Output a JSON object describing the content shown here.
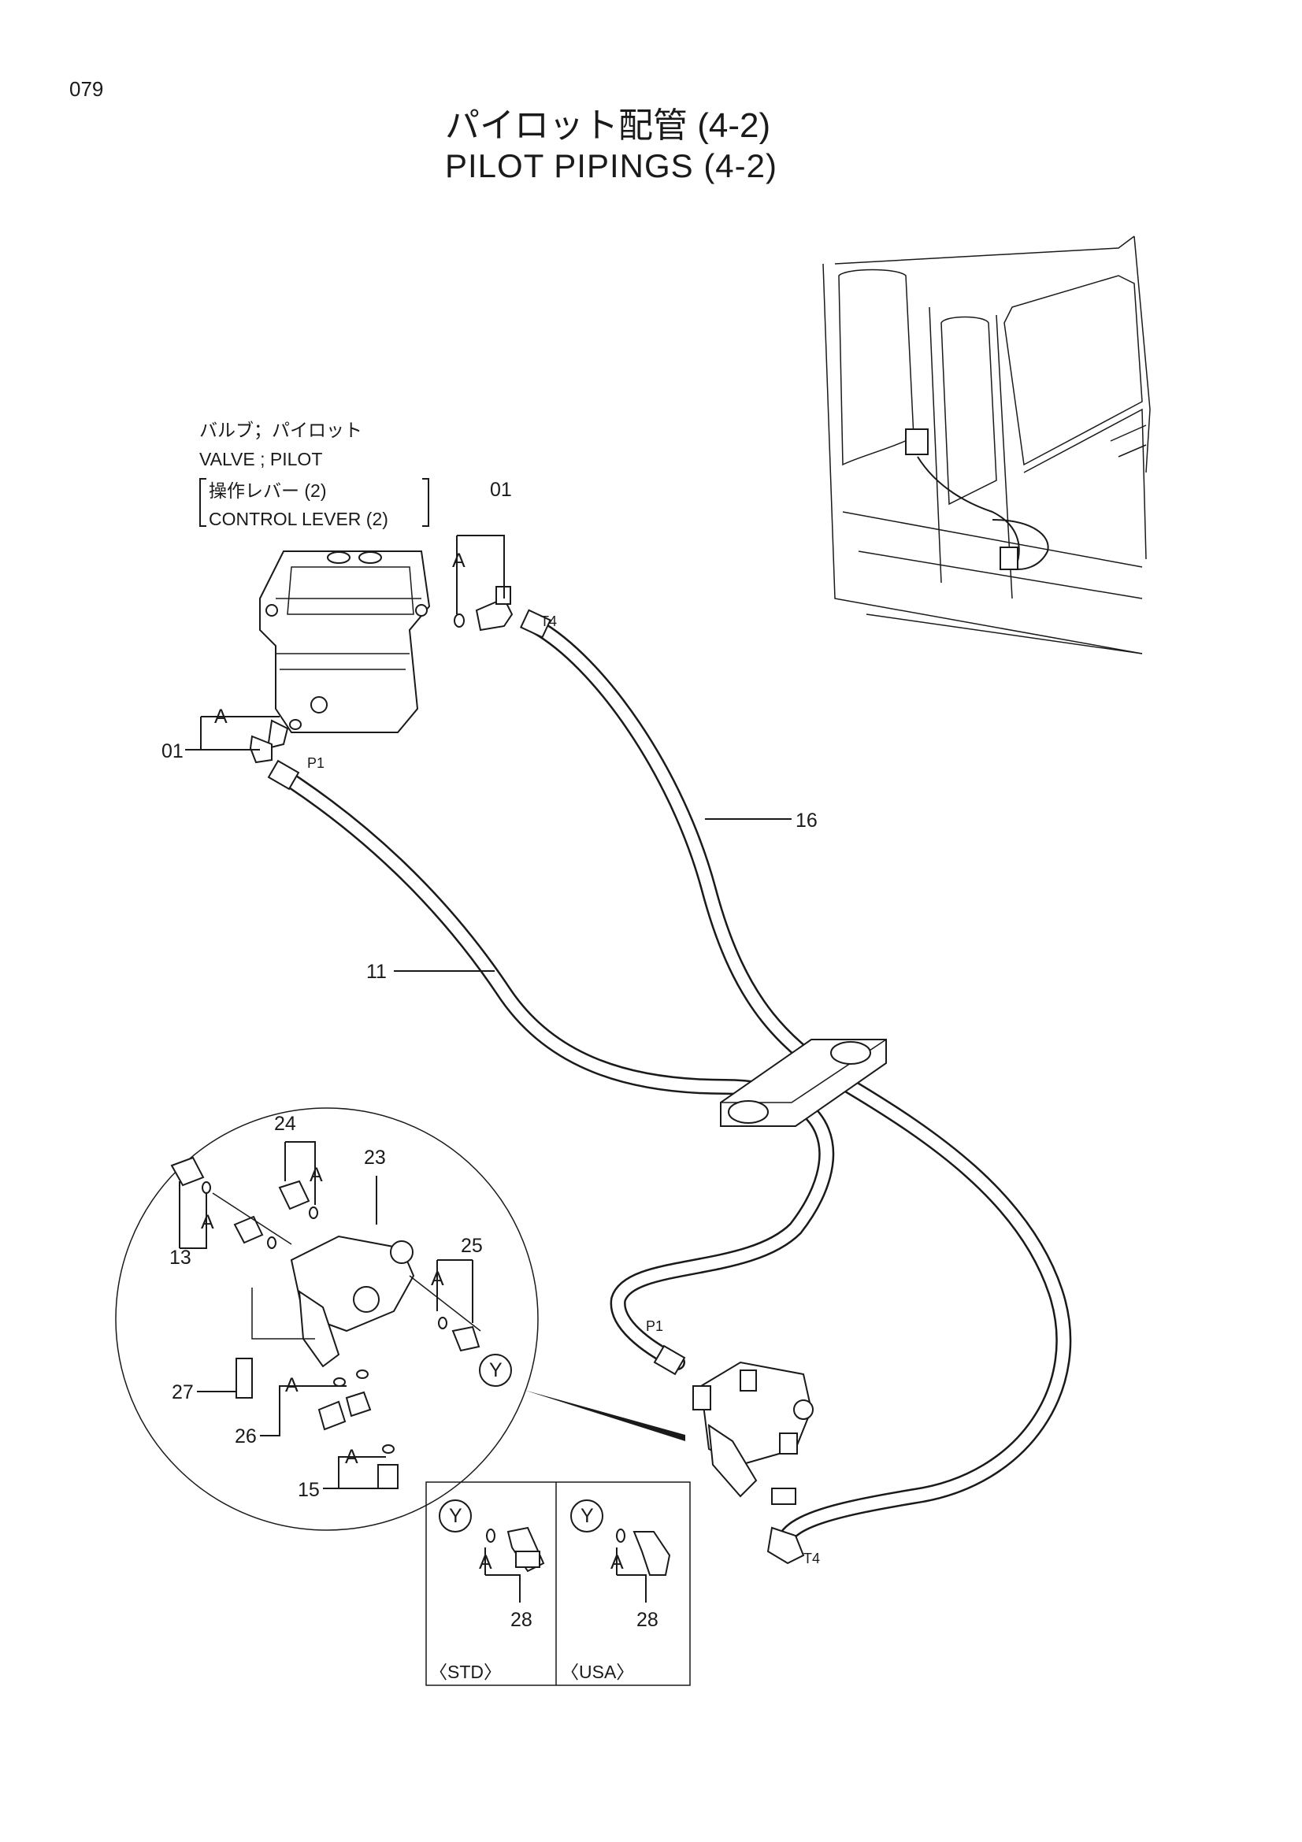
{
  "page_number": "079",
  "title_jp": "パイロット配管 (4-2)",
  "title_en": "PILOT PIPINGS (4-2)",
  "valve_label": {
    "jp": "バルブ；パイロット",
    "en": "VALVE ; PILOT",
    "sub_jp": "操作レバー (2)",
    "sub_en": "CONTROL  LEVER (2)"
  },
  "callouts": {
    "p01_top": "01",
    "p01_left": "01",
    "p11": "11",
    "p16": "16",
    "p13": "13",
    "p15": "15",
    "p23": "23",
    "p24": "24",
    "p25": "25",
    "p26": "26",
    "p27": "27",
    "p28_std": "28",
    "p28_usa": "28",
    "a": "A",
    "y": "Y"
  },
  "ports": {
    "p1": "P1",
    "t4": "T4"
  },
  "variants": {
    "std": "〈STD〉",
    "usa": "〈USA〉"
  }
}
